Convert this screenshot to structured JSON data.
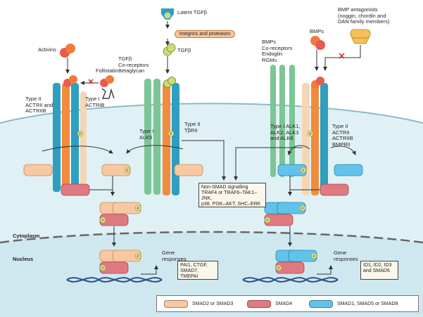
{
  "colors": {
    "smad23": "#f7c8a2",
    "smad4": "#e07a82",
    "smad158": "#62c3ea",
    "cytoplasm": "#dff1f5",
    "nucleus": "#cfe8ef",
    "type1_receptor": "#f28c3c",
    "type2_receptor": "#2f9fbf",
    "coreceptor": "#7cc595",
    "bmp_type2": "#f5d6b4",
    "ligand_orange": "#f07b3a",
    "ligand_red": "#e85b4f",
    "ligand_green": "#c9dd79",
    "phospho": "#e6e58a",
    "inhibit": "#d33a2c"
  },
  "icons": {
    "inhibition": "red-cross-icon",
    "phosphate": "p-circle-icon",
    "dna": "double-helix-icon"
  },
  "labels": {
    "latent_tgfb": "Latent TGFβ",
    "integrins": "Integrins and proteases",
    "tgfb": "TGFβ",
    "activins": "Activins",
    "follistatin": "Follistatin",
    "type2_actr": "Type II\nACTRII and\nACTRIIB",
    "type1_actrib": "Type I\nACTRIB",
    "coreceptor_tgfb": "TGFβ\nCo-receptors\nBetaglycan",
    "type1_alk5": "Type I\nALK5",
    "type2_tbrii": "Type II\nTβRII",
    "bmps_top": "BMPs",
    "bmp_antagonists": "BMP antagonists\n(noggin, chordin and\nDAN family members)",
    "bmp_coreceptors": "BMPs\nCo-receptors\nEndoglin\nRGMs",
    "type1_alk": "Type I ALK1,\nALK2, ALK3\nand ALK6",
    "type2_bmpr": "Type II\nACTRII\nACTRIIB\nBMPRII",
    "non_smad": "Non-SMAD signalling\nTRAF4 or TRAF6–TAK1–JNK,\np38, PI3K–AKT, SHC–ERK",
    "cytoplasm": "Cytoplasm",
    "nucleus": "Nucleus",
    "gene_responses_left": "Gene\nresponses",
    "gene_responses_right": "Gene\nresponses",
    "genes_left": "PAI1, CTGF,\nSMAD7, TMEPAI",
    "genes_right": "ID1, ID2, ID3\nand SMAD6",
    "phospho": "P"
  },
  "legend": [
    {
      "label": "SMAD2 or SMAD3",
      "color_key": "smad23"
    },
    {
      "label": "SMAD4",
      "color_key": "smad4"
    },
    {
      "label": "SMAD1, SMAD5 or SMAD8",
      "color_key": "smad158"
    }
  ]
}
